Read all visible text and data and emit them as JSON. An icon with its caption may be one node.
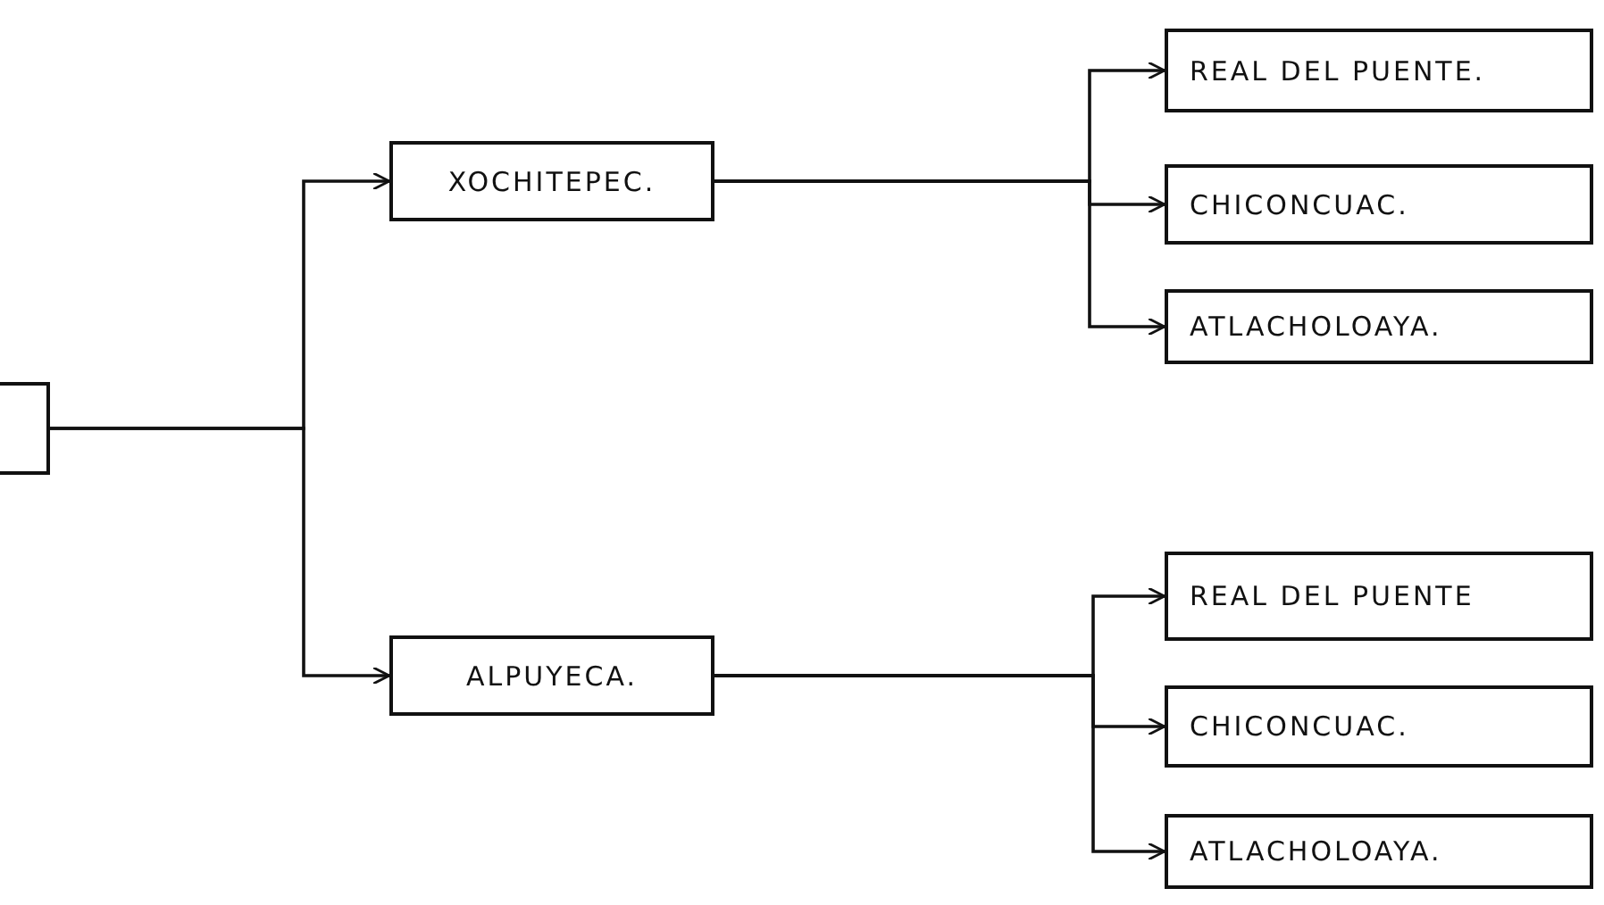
{
  "diagram": {
    "nodes": [
      {
        "text": [],
        "shape": "box"
      },
      {
        "text": [
          "XOCHITEPEC."
        ]
      },
      {
        "text": [
          "ALPUYECA."
        ]
      },
      {
        "text": [
          "REAL DEL PUENTE."
        ]
      },
      {
        "text": [
          "CHICONCUAC."
        ]
      },
      {
        "text": [
          "ATLACHOLOAYA."
        ]
      },
      {
        "text": [
          "REAL DEL PUENTE"
        ]
      },
      {
        "text": [
          "CHICONCUAC."
        ]
      },
      {
        "text": [
          "ATLACHOLOAYA."
        ]
      }
    ],
    "edges": [
      {
        "from": 0,
        "to": 1,
        "arrow": "to"
      },
      {
        "from": 0,
        "to": 2,
        "arrow": "to"
      },
      {
        "from": 1,
        "to": 3,
        "arrow": "to"
      },
      {
        "from": 1,
        "to": 4,
        "arrow": "to"
      },
      {
        "from": 1,
        "to": 5,
        "arrow": "to"
      },
      {
        "from": 2,
        "to": 6,
        "arrow": "to"
      },
      {
        "from": 2,
        "to": 7,
        "arrow": "to"
      },
      {
        "from": 2,
        "to": 8,
        "arrow": "to"
      }
    ]
  }
}
